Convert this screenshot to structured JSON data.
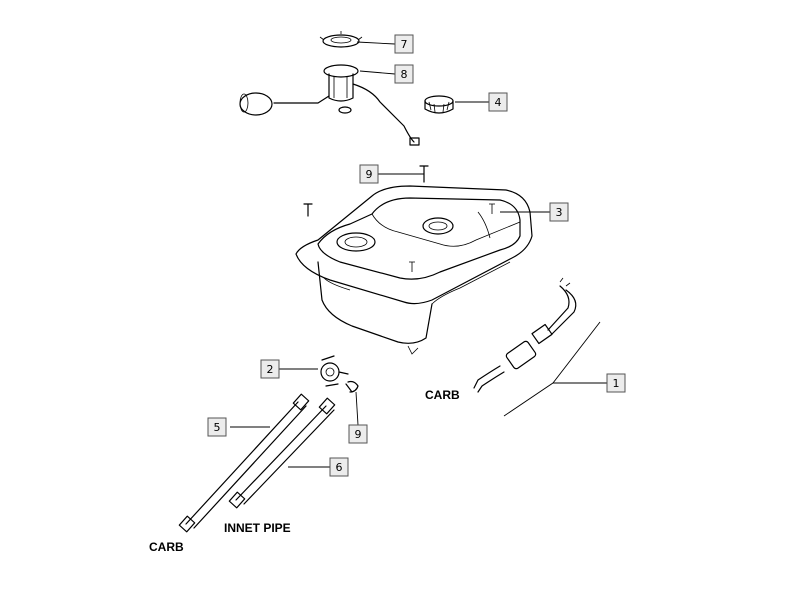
{
  "callouts": [
    "7",
    "8",
    "4",
    "9",
    "3",
    "2",
    "1",
    "5",
    "9",
    "6"
  ],
  "labels": {
    "carb_right": "CARB",
    "innet_pipe": "INNET PIPE",
    "carb_bottom": "CARB"
  }
}
